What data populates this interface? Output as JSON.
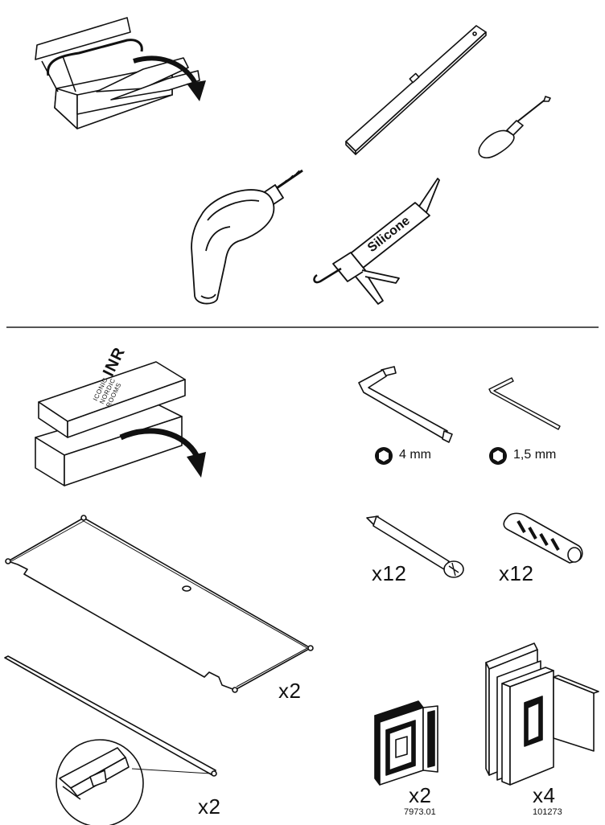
{
  "tools": {
    "silicone_gun_text": "Silicone"
  },
  "box": {
    "logo_text": "INR",
    "tagline_lines": [
      "ICONIC",
      "NORDIC",
      "ROOMS"
    ]
  },
  "parts": {
    "allen_key_large": {
      "size": "4 mm"
    },
    "allen_key_small": {
      "size": "1,5 mm"
    },
    "screws": {
      "qty": "x12"
    },
    "wall_plugs": {
      "qty": "x12"
    },
    "glass_panel": {
      "qty": "x2"
    },
    "profile_strip": {
      "qty": "x2"
    },
    "square_bracket": {
      "qty": "x2",
      "code": "7973.01"
    },
    "hinge_clamp": {
      "qty": "x4",
      "code": "101273"
    }
  },
  "colors": {
    "line": "#111111",
    "fill": "#ffffff"
  }
}
